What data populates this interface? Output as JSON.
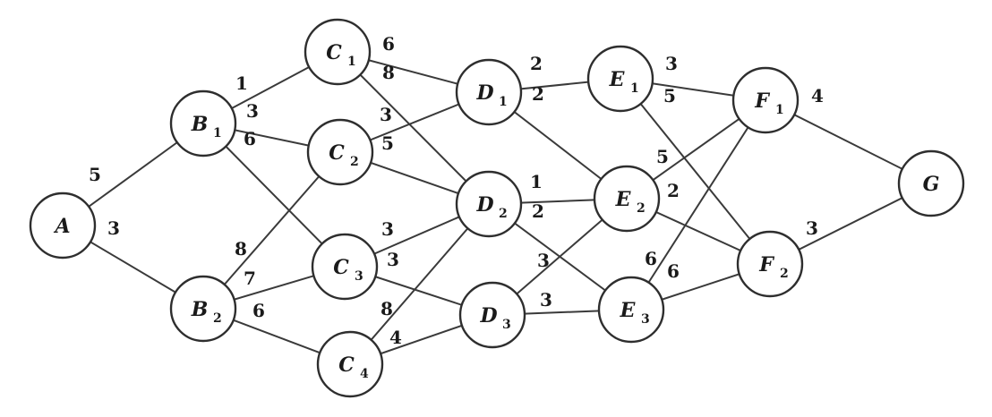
{
  "graph": {
    "nodes": [
      {
        "id": "A",
        "letter": "A",
        "sub": ""
      },
      {
        "id": "B1",
        "letter": "B",
        "sub": "1"
      },
      {
        "id": "B2",
        "letter": "B",
        "sub": "2"
      },
      {
        "id": "C1",
        "letter": "C",
        "sub": "1"
      },
      {
        "id": "C2",
        "letter": "C",
        "sub": "2"
      },
      {
        "id": "C3",
        "letter": "C",
        "sub": "3"
      },
      {
        "id": "C4",
        "letter": "C",
        "sub": "4"
      },
      {
        "id": "D1",
        "letter": "D",
        "sub": "1"
      },
      {
        "id": "D2",
        "letter": "D",
        "sub": "2"
      },
      {
        "id": "D3",
        "letter": "D",
        "sub": "3"
      },
      {
        "id": "E1",
        "letter": "E",
        "sub": "1"
      },
      {
        "id": "E2",
        "letter": "E",
        "sub": "2"
      },
      {
        "id": "E3",
        "letter": "E",
        "sub": "3"
      },
      {
        "id": "F1",
        "letter": "F",
        "sub": "1"
      },
      {
        "id": "F2",
        "letter": "F",
        "sub": "2"
      },
      {
        "id": "G",
        "letter": "G",
        "sub": ""
      }
    ],
    "edges": [
      {
        "from": "A",
        "to": "B1",
        "weight": "5"
      },
      {
        "from": "A",
        "to": "B2",
        "weight": "3"
      },
      {
        "from": "B1",
        "to": "C1",
        "weight": "1"
      },
      {
        "from": "B1",
        "to": "C2",
        "weight": "3"
      },
      {
        "from": "B1",
        "to": "C3",
        "weight": "6"
      },
      {
        "from": "B2",
        "to": "C2",
        "weight": "8"
      },
      {
        "from": "B2",
        "to": "C3",
        "weight": "7"
      },
      {
        "from": "B2",
        "to": "C4",
        "weight": "6"
      },
      {
        "from": "C1",
        "to": "D1",
        "weight": "6"
      },
      {
        "from": "C1",
        "to": "D2",
        "weight": "8"
      },
      {
        "from": "C2",
        "to": "D1",
        "weight": "3"
      },
      {
        "from": "C2",
        "to": "D2",
        "weight": "5"
      },
      {
        "from": "C3",
        "to": "D2",
        "weight": "3"
      },
      {
        "from": "C3",
        "to": "D3",
        "weight": "3"
      },
      {
        "from": "C4",
        "to": "D2",
        "weight": "8"
      },
      {
        "from": "C4",
        "to": "D3",
        "weight": "4"
      },
      {
        "from": "D1",
        "to": "E1",
        "weight": "2"
      },
      {
        "from": "D1",
        "to": "E2",
        "weight": "2"
      },
      {
        "from": "D2",
        "to": "E2",
        "weight": "1"
      },
      {
        "from": "D2",
        "to": "E3",
        "weight": "2"
      },
      {
        "from": "D3",
        "to": "E2",
        "weight": "3"
      },
      {
        "from": "D3",
        "to": "E3",
        "weight": "3"
      },
      {
        "from": "E1",
        "to": "F1",
        "weight": "3"
      },
      {
        "from": "E1",
        "to": "F2",
        "weight": "5"
      },
      {
        "from": "E2",
        "to": "F1",
        "weight": "5"
      },
      {
        "from": "E2",
        "to": "F2",
        "weight": "2"
      },
      {
        "from": "E3",
        "to": "F1",
        "weight": "6"
      },
      {
        "from": "E3",
        "to": "F2",
        "weight": "6"
      },
      {
        "from": "F1",
        "to": "G",
        "weight": "4"
      },
      {
        "from": "F2",
        "to": "G",
        "weight": "3"
      }
    ]
  }
}
